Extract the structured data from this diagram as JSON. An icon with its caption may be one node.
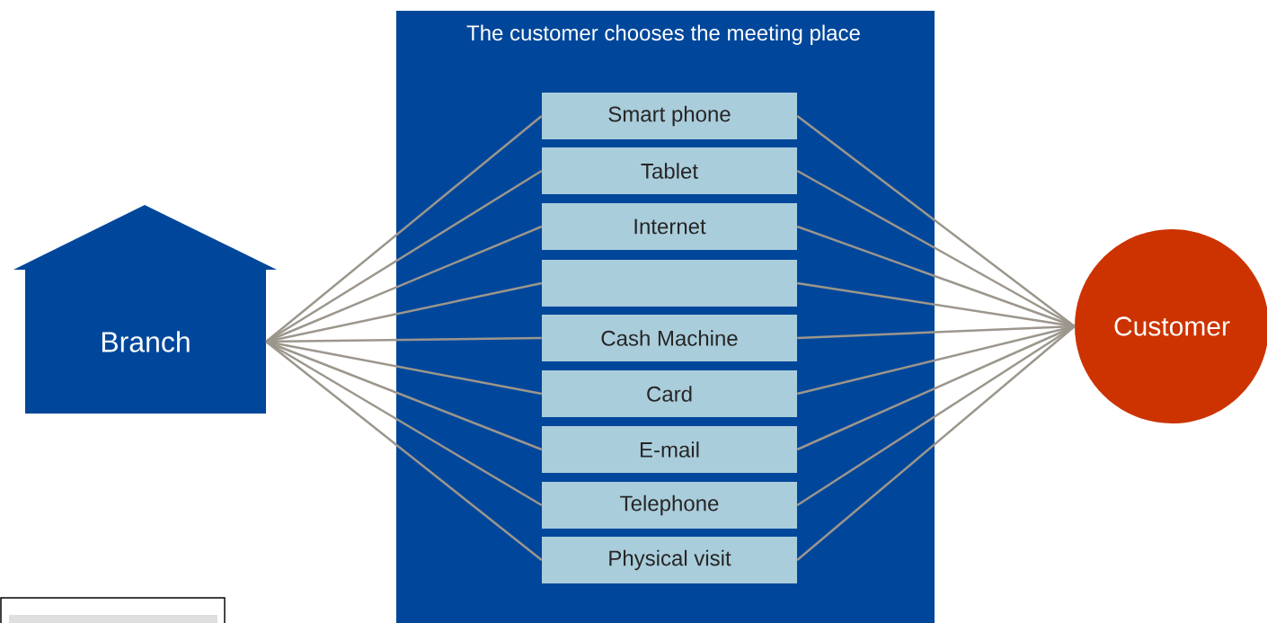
{
  "diagram": {
    "nodes": [
      {
        "text": [
          "Branch"
        ]
      },
      {
        "text": [
          "The customer chooses the meeting place"
        ]
      },
      {
        "text": [
          "Smart phone"
        ],
        "in": 1
      },
      {
        "text": [
          "Tablet"
        ],
        "in": 1
      },
      {
        "text": [
          "Internet"
        ],
        "in": 1
      },
      {
        "text": [],
        "shape": "box",
        "in": 1
      },
      {
        "text": [
          "Cash Machine"
        ],
        "in": 1
      },
      {
        "text": [
          "Card"
        ],
        "in": 1
      },
      {
        "text": [
          "E-mail"
        ],
        "in": 1
      },
      {
        "text": [
          "Telephone"
        ],
        "in": 1
      },
      {
        "text": [
          "Physical visit"
        ],
        "in": 1
      },
      {
        "text": [
          "Customer"
        ]
      }
    ],
    "edges": [
      {
        "from": 0,
        "to": 2,
        "arrow": "none"
      },
      {
        "from": 0,
        "to": 3,
        "arrow": "none"
      },
      {
        "from": 0,
        "to": 4,
        "arrow": "none"
      },
      {
        "from": 0,
        "to": 5,
        "arrow": "none"
      },
      {
        "from": 0,
        "to": 6,
        "arrow": "none"
      },
      {
        "from": 0,
        "to": 7,
        "arrow": "none"
      },
      {
        "from": 0,
        "to": 8,
        "arrow": "none"
      },
      {
        "from": 0,
        "to": 9,
        "arrow": "none"
      },
      {
        "from": 0,
        "to": 10,
        "arrow": "none"
      },
      {
        "from": 2,
        "to": 11,
        "arrow": "none"
      },
      {
        "from": 3,
        "to": 11,
        "arrow": "none"
      },
      {
        "from": 4,
        "to": 11,
        "arrow": "none"
      },
      {
        "from": 5,
        "to": 11,
        "arrow": "none"
      },
      {
        "from": 6,
        "to": 11,
        "arrow": "none"
      },
      {
        "from": 7,
        "to": 11,
        "arrow": "none"
      },
      {
        "from": 8,
        "to": 11,
        "arrow": "none"
      },
      {
        "from": 9,
        "to": 11,
        "arrow": "none"
      },
      {
        "from": 10,
        "to": 11,
        "arrow": "none"
      }
    ]
  }
}
